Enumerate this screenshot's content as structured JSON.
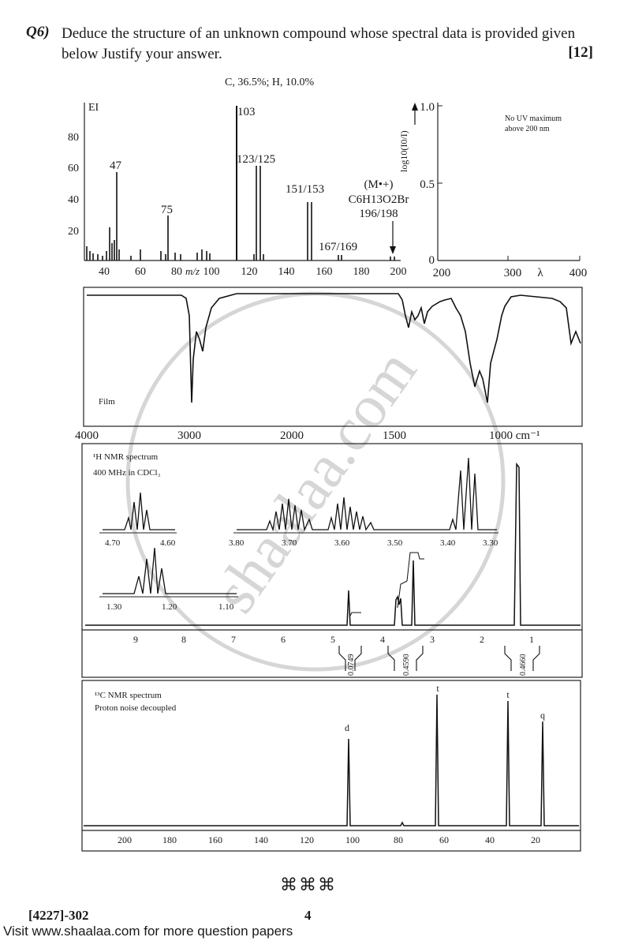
{
  "question": {
    "number": "Q6)",
    "text": "Deduce the structure of an unknown compound whose spectral data is provided given below Justify your answer.",
    "marks": "[12]"
  },
  "elemental_analysis": "C, 36.5%; H, 10.0%",
  "mass_spectrum": {
    "label": "EI",
    "y_ticks": [
      "80",
      "60",
      "40",
      "20"
    ],
    "x_ticks": [
      "40",
      "60",
      "80",
      "m/z",
      "100",
      "120",
      "140",
      "160",
      "180",
      "200"
    ],
    "peaks": [
      {
        "mz": 47,
        "label": "47"
      },
      {
        "mz": 75,
        "label": "75"
      },
      {
        "mz": 103,
        "label": "103"
      },
      {
        "mz": 123,
        "label": "123/125"
      },
      {
        "mz": 151,
        "label": "151/153"
      },
      {
        "mz": 167,
        "label": "167/169"
      }
    ],
    "molecular_ion_label": "(M•+)",
    "molecular_formula": "C6H13O2Br",
    "molecular_ion_mass": "196/198"
  },
  "uv_spectrum": {
    "y_label": "log10(I0/I)",
    "y_ticks": [
      "1.0",
      "0.5",
      "0"
    ],
    "x_ticks": [
      "200",
      "300",
      "λ",
      "400"
    ],
    "note_line1": "No UV maximum",
    "note_line2": "above 200 nm"
  },
  "ir_spectrum": {
    "label": "Film",
    "x_ticks": [
      "4000",
      "3000",
      "2000",
      "1500",
      "1000 cm⁻¹"
    ]
  },
  "h_nmr": {
    "title": "¹H NMR spectrum",
    "subtitle": "400 MHz in CDCl₃",
    "inset1_ticks": [
      "4.70",
      "4.60"
    ],
    "inset2_ticks": [
      "3.80",
      "3.70",
      "3.60",
      "3.50",
      "3.40",
      "3.30"
    ],
    "inset3_ticks": [
      "1.30",
      "1.20",
      "1.10"
    ],
    "x_ticks": [
      "9",
      "8",
      "7",
      "6",
      "5",
      "4",
      "3",
      "2",
      "1"
    ],
    "integrals": [
      "0.0749",
      "0.4590",
      "0.4660"
    ]
  },
  "c_nmr": {
    "title": "¹³C NMR spectrum",
    "subtitle": "Proton noise decoupled",
    "x_ticks": [
      "200",
      "180",
      "160",
      "140",
      "120",
      "100",
      "80",
      "60",
      "40",
      "20"
    ],
    "peaks": [
      {
        "ppm": 102,
        "mult": "d"
      },
      {
        "ppm": 62,
        "mult": "t"
      },
      {
        "ppm": 31,
        "mult": "t"
      },
      {
        "ppm": 15,
        "mult": "q"
      }
    ]
  },
  "footer": {
    "symbols": "⌘⌘⌘",
    "code": "[4227]-302",
    "page": "4",
    "link": "Visit www.shaalaa.com for more question papers"
  },
  "watermark": "shaalaa.com"
}
